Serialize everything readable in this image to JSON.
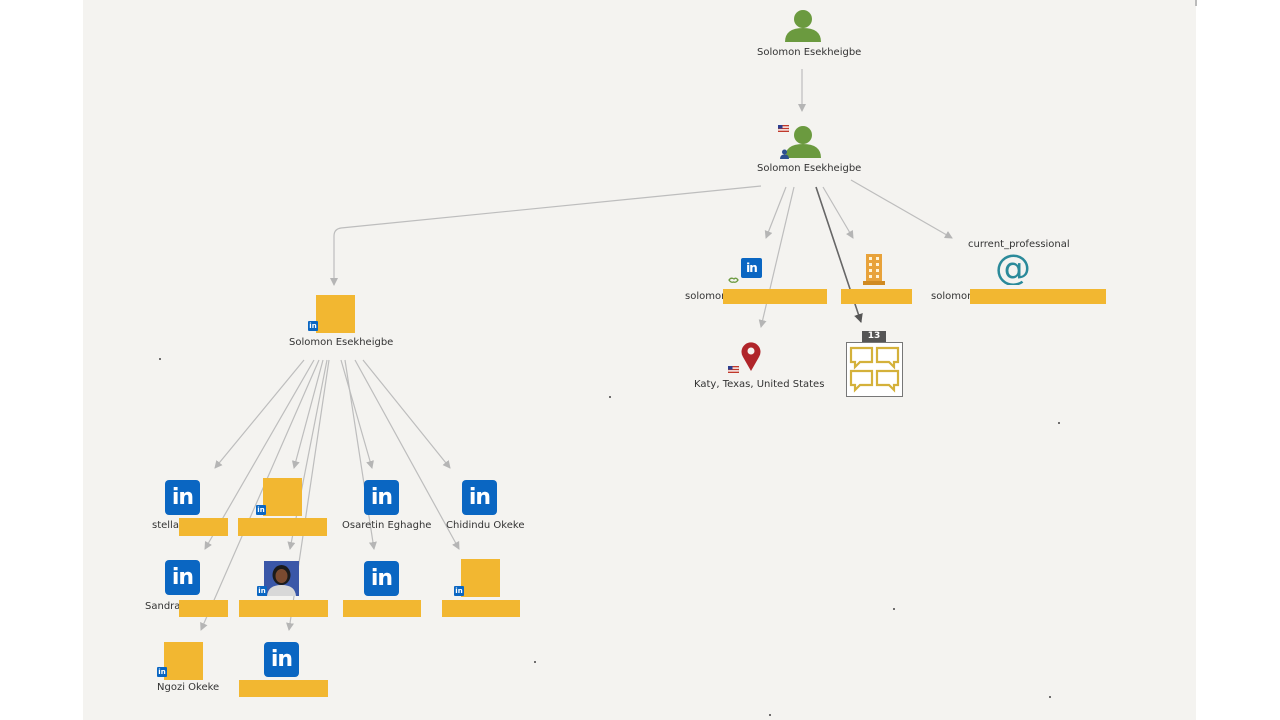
{
  "nodes": {
    "root_person": {
      "label": "Solomon Esekheigbe",
      "icon": "person-icon"
    },
    "main_person": {
      "label": "Solomon Esekheigbe",
      "icon": "person-icon"
    },
    "linkedin_profile": {
      "label": "Solomon Esekheigbe"
    },
    "linkedin_account": {
      "label_prefix": "solomon",
      "icon": "linkedin-icon"
    },
    "organization": {
      "icon": "building-icon"
    },
    "email": {
      "caption": "current_professional",
      "label_prefix": "solomon",
      "icon": "at-sign-icon"
    },
    "location": {
      "label": "Katy, Texas, United States",
      "icon": "map-pin-icon"
    },
    "posts": {
      "count": "13",
      "icon": "speech-bubbles-icon"
    }
  },
  "connections": [
    {
      "id": "stella",
      "label": "stella"
    },
    {
      "id": "conn2",
      "label": ""
    },
    {
      "id": "osaretin",
      "label": "Osaretin Eghaghe"
    },
    {
      "id": "chidindu",
      "label": "Chidindu Okeke"
    },
    {
      "id": "sandra",
      "label": "Sandra"
    },
    {
      "id": "photo",
      "label": ""
    },
    {
      "id": "conn7",
      "label": ""
    },
    {
      "id": "conn8",
      "label": ""
    },
    {
      "id": "ngozi",
      "label": "Ngozi Okeke"
    },
    {
      "id": "conn10",
      "label": ""
    }
  ],
  "colors": {
    "person": "#6b9a3f",
    "linkedin": "#0a66c2",
    "redaction": "#f2b731",
    "pin": "#b0252a",
    "email": "#2b8a9a",
    "building": "#e8a23a",
    "posts": "#d4b13a"
  }
}
